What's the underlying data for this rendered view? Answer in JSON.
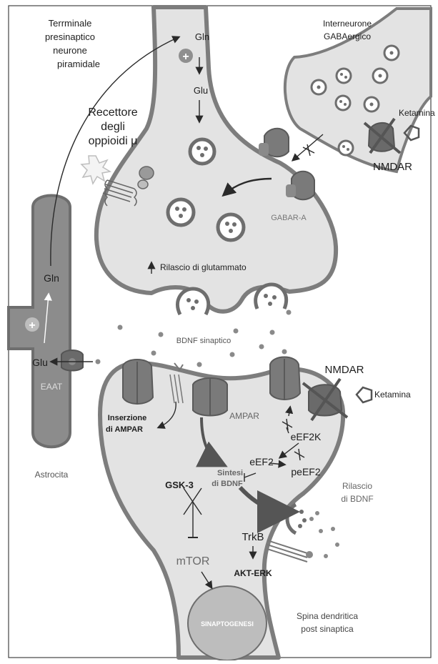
{
  "labels": {
    "presyn_title_1": "Terrminale",
    "presyn_title_2": "presinaptico",
    "presyn_title_3": "neurone",
    "presyn_title_4": "piramidale",
    "interneuron_1": "Interneurone",
    "interneuron_2": "GABAergico",
    "ketamina_top": "Ketamina",
    "nmdar_top": "NMDAR",
    "opioid_1": "Recettore",
    "opioid_2": "degli",
    "opioid_3": "oppioidi μ",
    "gln_top": "Gln",
    "glu_top": "Glu",
    "gabar": "GABAR-A",
    "glutamate_release": "Rilascio di glutammato",
    "bdnf_syn": "BDNF sinaptico",
    "gln_astro": "Gln",
    "glu_astro": "Glu",
    "eaat": "EAAT",
    "astrocyte": "Astrocita",
    "nmdar_post": "NMDAR",
    "ketamina_post": "Ketamina",
    "ampar_insert_1": "Inserzione",
    "ampar_insert_2": "di AMPAR",
    "ampar": "AMPAR",
    "eef2k": "eEF2K",
    "eef2": "eEF2",
    "peef2": "peEF2",
    "sintesi_1": "Sintesi",
    "sintesi_2": "di BDNF",
    "gsk3": "GSK-3",
    "bdnf_release_1": "Rilascio",
    "bdnf_release_2": "di BDNF",
    "trkb": "TrkB",
    "aktErk": "AKT-ERK",
    "mtor": "mTOR",
    "synaptogenesis": "SINAPTOGENESI",
    "spine_1": "Spina dendritica",
    "spine_2": "post sinaptica",
    "plus_symbol": "+",
    "up_arrow": "↑"
  },
  "colors": {
    "cell_fill": "#e3e3e3",
    "membrane": "#7d7d7d",
    "astro_fill": "#8c8c8c",
    "astro_stroke": "#6e6e6e",
    "receptor": "#7a7a7a",
    "text_dark": "#1e1e1e",
    "text_light": "#ffffff",
    "dot": "#8a8a8a"
  }
}
